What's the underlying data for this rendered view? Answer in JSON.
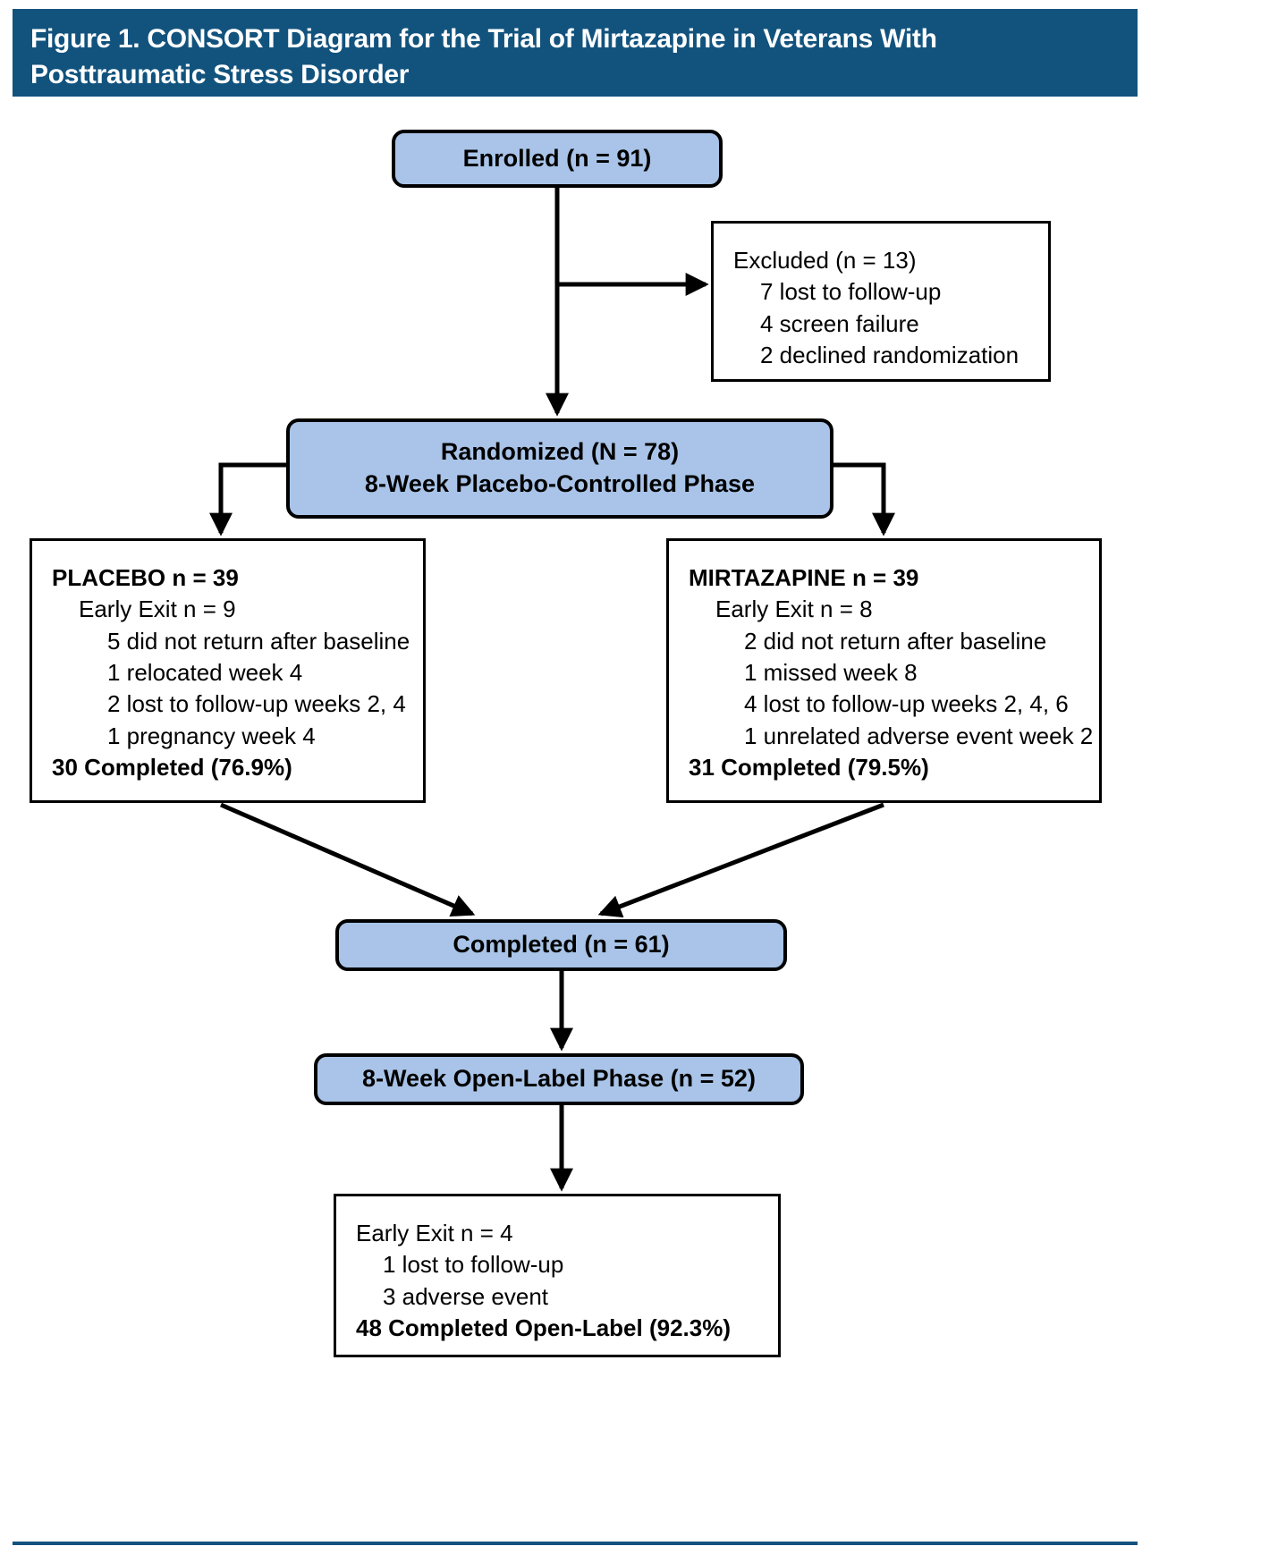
{
  "header": {
    "title_line1": "Figure 1. CONSORT Diagram for the Trial of Mirtazapine in Veterans With",
    "title_line2": "Posttraumatic Stress Disorder",
    "background_color": "#12537e",
    "text_color": "#ffffff"
  },
  "colors": {
    "node_blue_fill": "#a9c4e8",
    "node_border": "#000000",
    "node_white_fill": "#ffffff",
    "connector": "#000000"
  },
  "chart_data": {
    "type": "diagram",
    "title": "Figure 1. CONSORT Diagram for the Trial of Mirtazapine in Veterans With Posttraumatic Stress Disorder",
    "nodes": [
      {
        "id": "enrolled",
        "label": "Enrolled (n = 91)",
        "n": 91,
        "style": "rounded-blue"
      },
      {
        "id": "excluded",
        "label": "Excluded (n = 13)",
        "n": 13,
        "style": "rectangle-white"
      },
      {
        "id": "randomized",
        "label": "Randomized (N = 78)",
        "n": 78,
        "style": "rounded-blue"
      },
      {
        "id": "placebo",
        "label": "PLACEBO n = 39",
        "n": 39,
        "style": "rectangle-white"
      },
      {
        "id": "mirtazapine",
        "label": "MIRTAZAPINE n = 39",
        "n": 39,
        "style": "rectangle-white"
      },
      {
        "id": "completed",
        "label": "Completed (n = 61)",
        "n": 61,
        "style": "rounded-blue"
      },
      {
        "id": "openlabel",
        "label": "8-Week Open-Label Phase (n = 52)",
        "n": 52,
        "style": "rounded-blue"
      },
      {
        "id": "finalexit",
        "label": "Early Exit n =  4",
        "n": 4,
        "style": "rectangle-white"
      }
    ],
    "edges": [
      {
        "from": "enrolled",
        "to": "excluded"
      },
      {
        "from": "enrolled",
        "to": "randomized"
      },
      {
        "from": "randomized",
        "to": "placebo"
      },
      {
        "from": "randomized",
        "to": "mirtazapine"
      },
      {
        "from": "placebo",
        "to": "completed"
      },
      {
        "from": "mirtazapine",
        "to": "completed"
      },
      {
        "from": "completed",
        "to": "openlabel"
      },
      {
        "from": "openlabel",
        "to": "finalexit"
      }
    ]
  },
  "enrolled": {
    "line1": "Enrolled (n = 91)"
  },
  "excluded": {
    "line1": "Excluded (n = 13)",
    "line2": "7 lost to follow-up",
    "line3": "4 screen failure",
    "line4": "2 declined  randomization"
  },
  "randomized": {
    "line1": "Randomized (N = 78)",
    "line2": "8-Week Placebo-Controlled Phase"
  },
  "placebo": {
    "line1": "PLACEBO n = 39",
    "line2": "Early Exit n = 9",
    "line3": "5 did not return after baseline",
    "line4": "1 relocated week 4",
    "line5": "2 lost to follow-up weeks 2, 4",
    "line6": "1 pregnancy week 4",
    "line7": "30 Completed (76.9%)"
  },
  "mirtazapine": {
    "line1": "MIRTAZAPINE n = 39",
    "line2": "Early Exit n = 8",
    "line3": "2 did not return after baseline",
    "line4": "1 missed week 8",
    "line5": "4 lost to follow-up weeks 2, 4, 6",
    "line6": "1 unrelated adverse event week 2",
    "line7": "31 Completed (79.5%)"
  },
  "completed": {
    "line1": "Completed (n = 61)"
  },
  "openlabel": {
    "line1": "8-Week Open-Label Phase (n = 52)"
  },
  "finalexit": {
    "line1": "Early Exit n =  4",
    "line2": "1  lost to follow-up",
    "line3": "3  adverse event",
    "line4": "48 Completed Open-Label (92.3%)"
  }
}
